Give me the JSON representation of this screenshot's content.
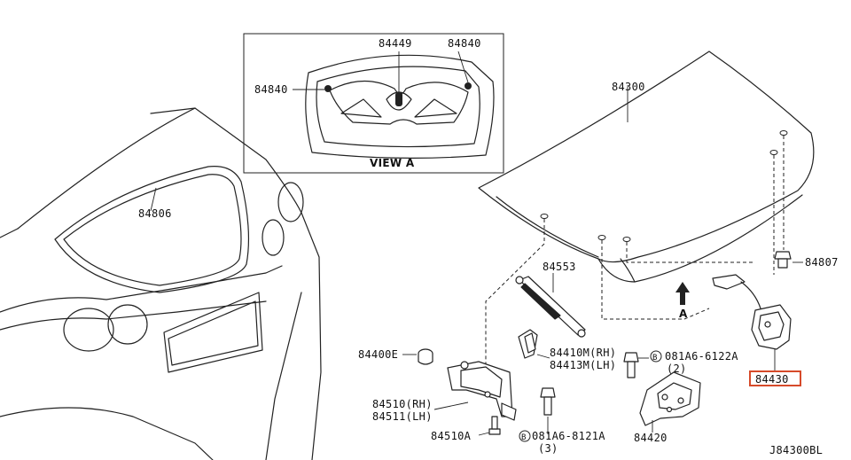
{
  "inset": {
    "title": "VIEW A",
    "labels": {
      "p84449": "84449",
      "p84840_right": "84840",
      "p84840_left": "84840"
    }
  },
  "parts": {
    "p84300": "84300",
    "p84806": "84806",
    "p84807": "84807",
    "p84553": "84553",
    "p84400E": "84400E",
    "p84410M_1": "84410M(RH)",
    "p84410M_2": "84413M(LH)",
    "bolt_upper": "081A6-6122A",
    "bolt_upper_qty": "(2)",
    "bolt_lower": "081A6-8121A",
    "bolt_lower_qty": "(3)",
    "p84510_1": "84510(RH)",
    "p84510_2": "84511(LH)",
    "p84510A": "84510A",
    "p84420": "84420",
    "p84430": "84430",
    "arrow_a": "A",
    "circle_b": "B",
    "circle_b2": "B"
  },
  "diagram_id": "J84300BL",
  "colors": {
    "line": "#222222",
    "highlight": "#d64a2a"
  }
}
